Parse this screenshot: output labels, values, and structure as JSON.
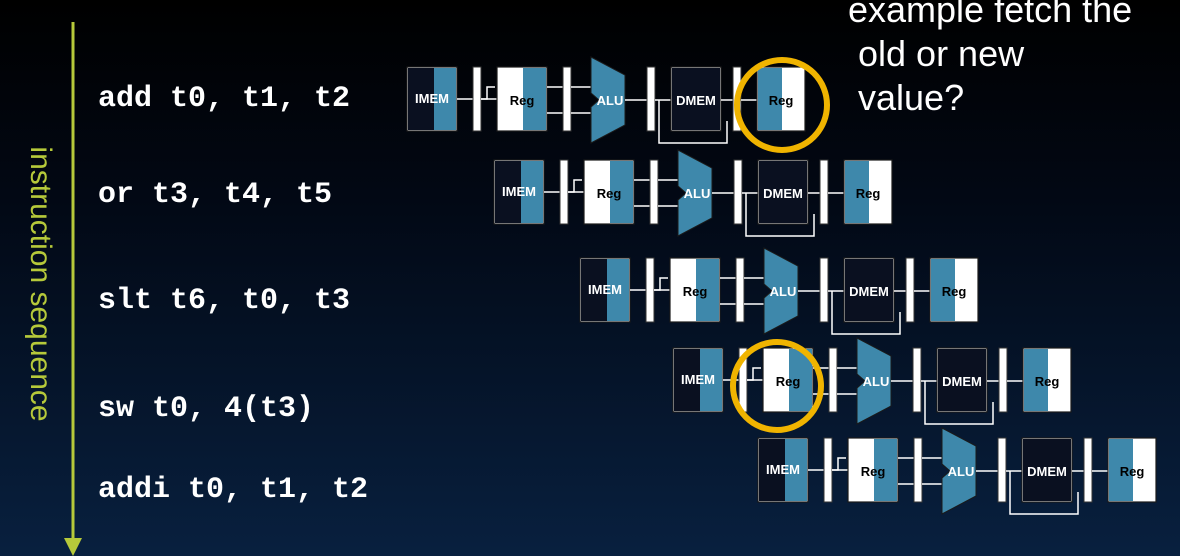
{
  "axis_label": "instruction sequence",
  "question": {
    "line1": "example fetch the",
    "line2": "old or new",
    "line3": "value?"
  },
  "instructions": [
    "add t0, t1, t2",
    "or t3, t4, t5",
    "slt t6, t0, t3",
    "sw t0, 4(t3)",
    "addi t0, t1, t2"
  ],
  "stages": {
    "imem": "IMEM",
    "reg": "Reg",
    "alu": "ALU",
    "dmem": "DMEM"
  },
  "colors": {
    "stage_blue": "#3e88ab",
    "highlight_ring": "#f0b400",
    "axis": "#b6c93a"
  },
  "highlights": [
    "add-writeback-reg",
    "sw-decode-reg"
  ]
}
